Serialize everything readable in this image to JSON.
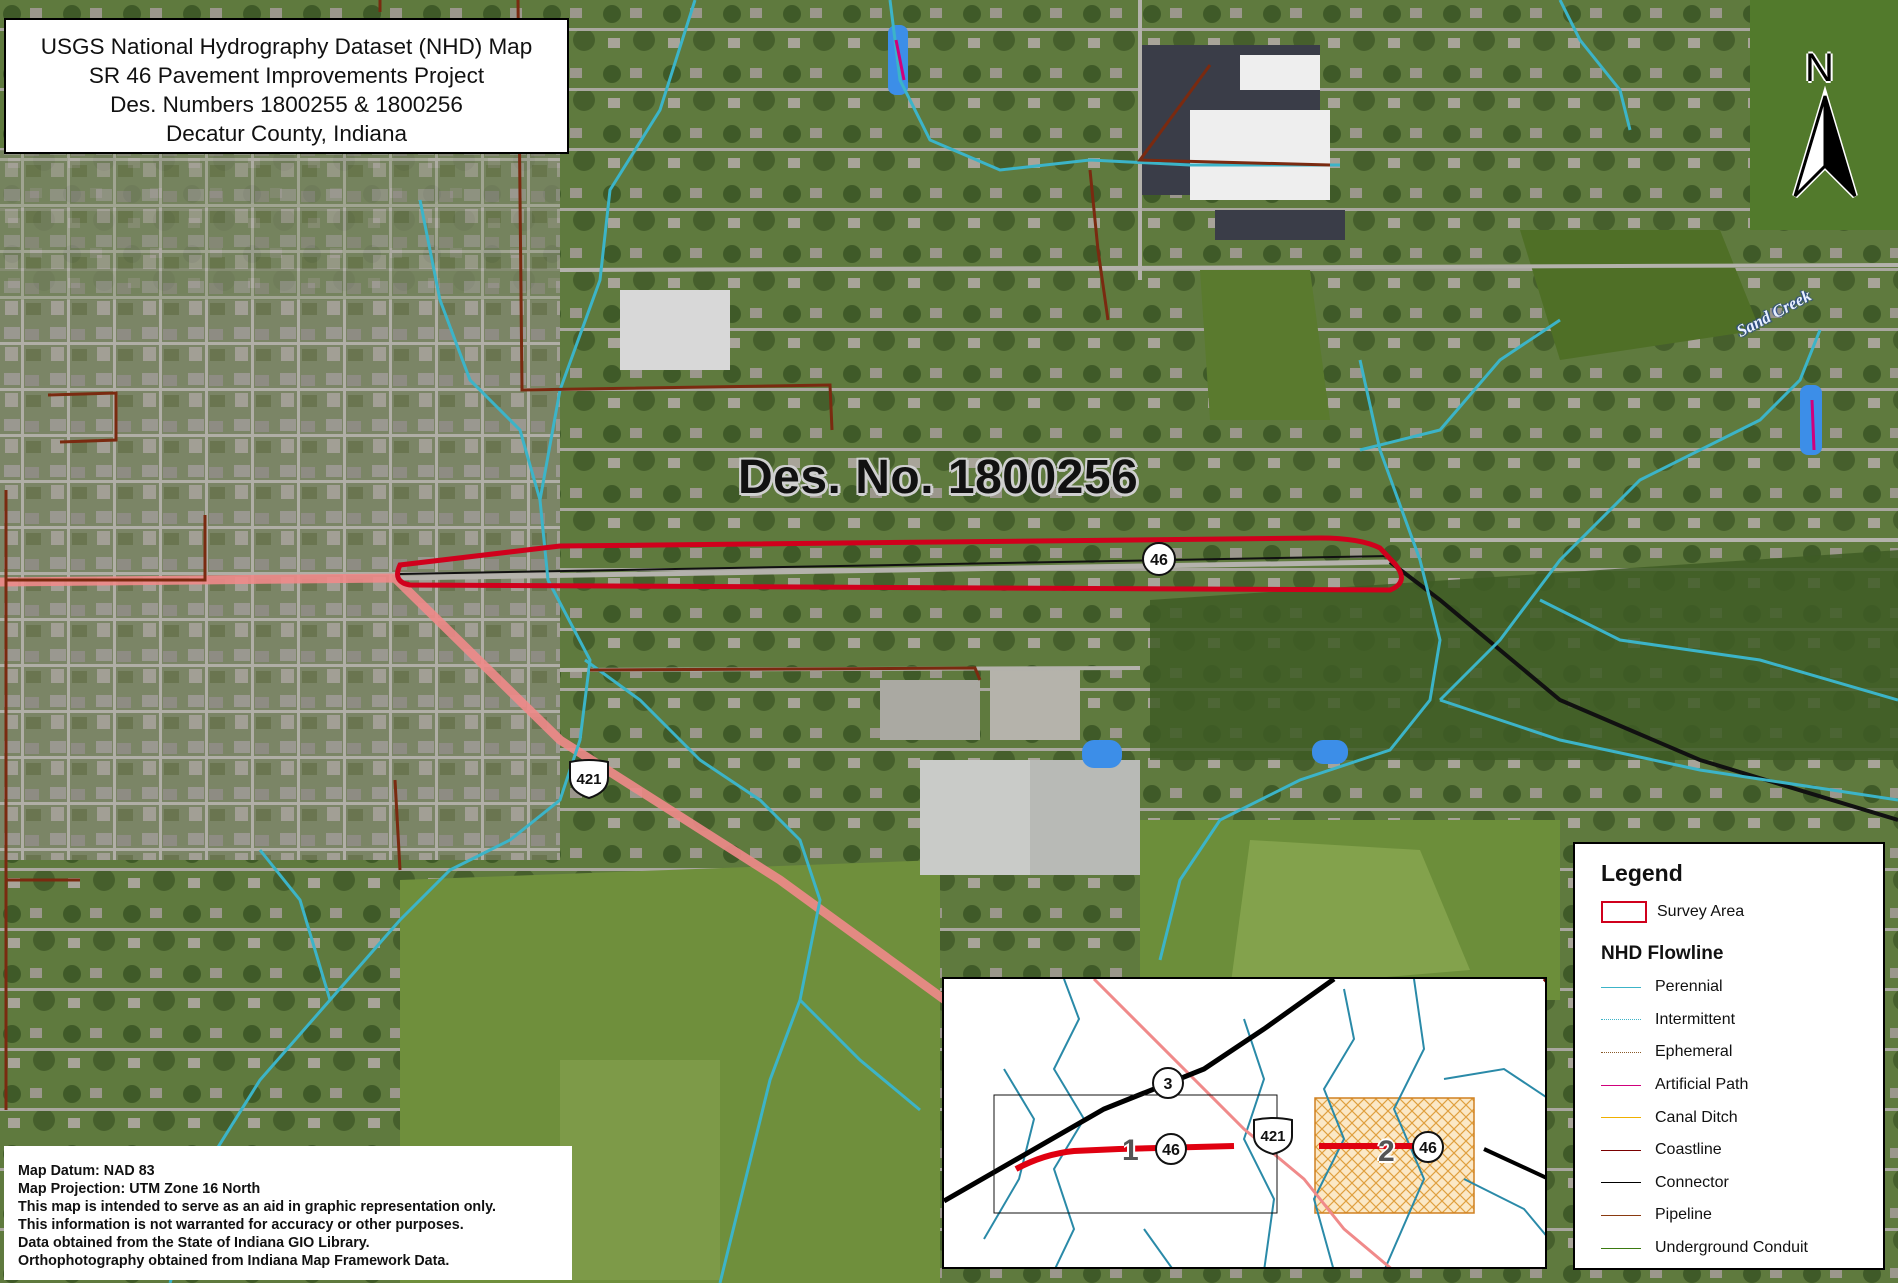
{
  "title": {
    "line1": "USGS National Hydrography Dataset (NHD) Map",
    "line2": "SR 46 Pavement Improvements Project",
    "line3": "Des. Numbers 1800255 & 1800256",
    "line4": "Decatur County, Indiana"
  },
  "map_labels": {
    "des_label": "Des. No. 1800256",
    "creek": "Sand Creek",
    "sr46": "46",
    "us421": "421",
    "north": "N"
  },
  "legend": {
    "title": "Legend",
    "survey_area": "Survey Area",
    "nhd_title": "NHD Flowline",
    "flowlines": [
      {
        "label": "Perennial",
        "color": "#3cb4c8",
        "style": "solid"
      },
      {
        "label": "Intermittent",
        "color": "#3cb4c8",
        "style": "dotted"
      },
      {
        "label": "Ephemeral",
        "color": "#8a5a2a",
        "style": "dotted"
      },
      {
        "label": "Artificial Path",
        "color": "#d0007c",
        "style": "solid"
      },
      {
        "label": "Canal Ditch",
        "color": "#f0b000",
        "style": "solid"
      },
      {
        "label": "Coastline",
        "color": "#7a0000",
        "style": "solid"
      },
      {
        "label": "Connector",
        "color": "#000000",
        "style": "solid"
      },
      {
        "label": "Pipeline",
        "color": "#8a3a10",
        "style": "solid"
      },
      {
        "label": "Underground Conduit",
        "color": "#3a7a10",
        "style": "solid"
      }
    ]
  },
  "inset": {
    "route3": "3",
    "route46a": "46",
    "route46b": "46",
    "route421": "421",
    "area1": "1",
    "area2": "2"
  },
  "info": {
    "line1": "Map Datum: NAD 83",
    "line2": "Map Projection: UTM Zone 16 North",
    "line3": "This map is intended to serve as an aid in graphic representation only.",
    "line4": "This information is not warranted for accuracy or other purposes.",
    "line5": "Data obtained from the State of Indiana GIO Library.",
    "line6": "Orthophotography obtained from Indiana Map Framework Data."
  },
  "colors": {
    "survey_area": "#d0001c",
    "stream": "#3cb4c8",
    "pipeline": "#7a2a10",
    "road_us421": "#f08a8a",
    "connector": "#000000"
  }
}
